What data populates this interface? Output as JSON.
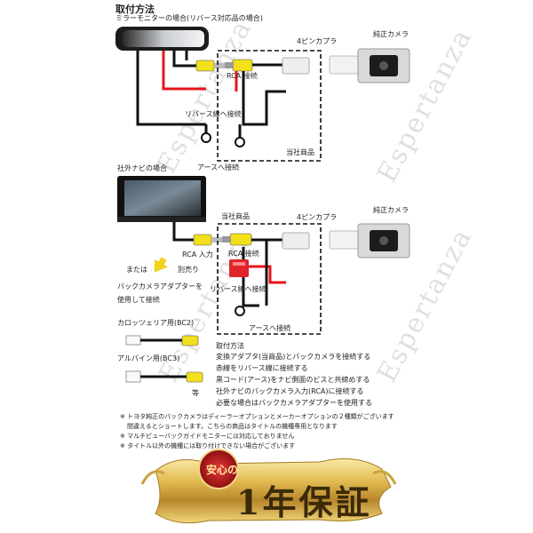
{
  "title": "取付方法",
  "mirror_section": {
    "heading": "ミラーモニターの場合(リバース対応品の場合)",
    "label_4pin": "4ピンカプラ",
    "label_camera": "純正カメラ",
    "label_rca": "RCA 接続",
    "label_reverse": "リバース線へ接続",
    "label_product": "当社商品",
    "label_ground": "アースへ接続"
  },
  "navi_section": {
    "heading": "社外ナビの場合",
    "label_product": "当社商品",
    "label_4pin": "4ピンカプラ",
    "label_camera": "純正カメラ",
    "label_rca_input": "RCA 入力",
    "label_or": "または",
    "label_separate": "別売り",
    "label_adapter_line1": "バックカメラアダプターを",
    "label_adapter_line2": "使用して接続",
    "label_reverse": "リバース線へ接続",
    "label_ground": "アースへ接続"
  },
  "adapters": {
    "carrozzeria": "カロッツェリア用(BC2)",
    "alpine": "アルパイン用(BC3)",
    "etc": "等"
  },
  "steps": {
    "heading": "取付方法",
    "lines": [
      "変換アダプタ(当商品)とバックカメラを接続する",
      "赤線をリバース線に接続する",
      "黒コード(アース)をナビ側面のビスと共締めする",
      "社外ナビのバックカメラ入力(RCA)に接続する",
      "必要な場合はバックカメラアダプターを使用する"
    ]
  },
  "notes": [
    "※ トヨタ純正のバックカメラはディーラーオプションとメーカーオプションの２種類がございます",
    "間違えるとショートします。こちらの商品はタイトルの機種専用となります",
    "※ マルチビューバックガイドモニターには対応しておりません",
    "※ タイトル以外の機種には取り付けできない場合がございます"
  ],
  "badge": {
    "small": "安心の",
    "main": "1年保証"
  },
  "watermark": "Espertanza",
  "colors": {
    "wire_red": "#e8141b",
    "wire_black": "#111111",
    "rca_yellow": "#f2e01a",
    "red_adapter": "#e0242a",
    "gold": "#c9a23a"
  }
}
